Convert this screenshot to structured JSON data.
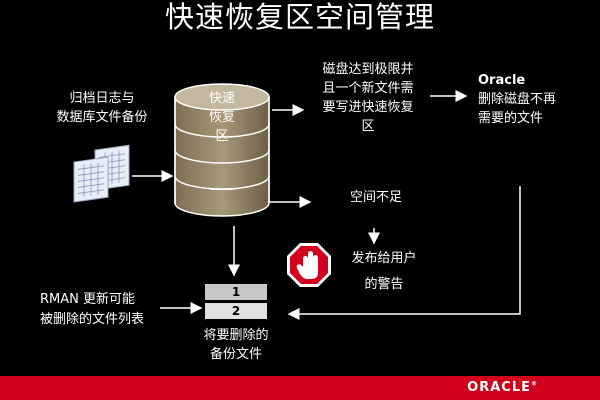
{
  "slide": {
    "title": "快速恢复区空间管理"
  },
  "labels": {
    "left_top": [
      "归档日志与",
      "数据库文件备份"
    ],
    "disk_label": [
      "快速",
      "恢复",
      "区"
    ],
    "disk_full": [
      "磁盘达到极限并",
      "且一个新文件需",
      "要写进快速恢复",
      "区"
    ],
    "oracle_action_title": "Oracle",
    "oracle_action_lines": [
      "删除磁盘不再",
      "需要的文件"
    ],
    "space_insufficient": "空间不足",
    "issue_warning": [
      "发布给用户",
      "的警告"
    ],
    "rman_list": [
      "RMAN 更新可能",
      "被删除的文件列表"
    ],
    "backup_files": [
      "将要删除的",
      "备份文件"
    ]
  },
  "queue": {
    "items": [
      "1",
      "2"
    ]
  },
  "footer": {
    "logo_text": "ORACLE",
    "trademark": "®"
  },
  "colors": {
    "background": "#000000",
    "footer": "#d1001c",
    "disk_fill": "#9b8a6a",
    "disk_top": "#c3b89f",
    "queue_cell_1": "#c8c8c8",
    "queue_cell_2": "#e0e0e0",
    "stop_sign": "#d1001c"
  },
  "icons": {
    "documents": "document-stack-icon",
    "stop": "stop-hand-icon",
    "database": "database-disk-icon"
  }
}
